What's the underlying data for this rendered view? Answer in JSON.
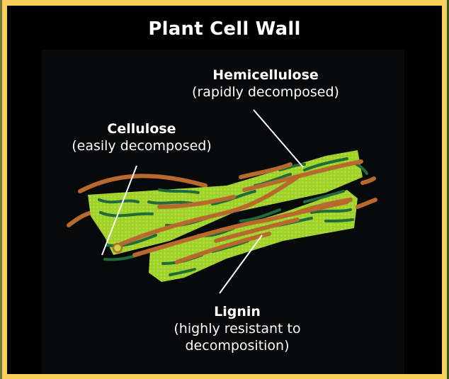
{
  "title": "Plant Cell Wall",
  "labels": {
    "hemicellulose": {
      "name": "Hemicellulose",
      "description": "(rapidly decomposed)"
    },
    "cellulose": {
      "name": "Cellulose",
      "description": "(easily decomposed)"
    },
    "lignin": {
      "name": "Lignin",
      "description_line1": "(highly resistant to",
      "description_line2": "decomposition)"
    }
  },
  "colors": {
    "frame": "#f9cf5a",
    "background": "#000000",
    "fiber_green": "#9ed12a",
    "hemicellulose_strand": "#1f6b3a",
    "lignin_strand": "#b8692e",
    "text": "#ffffff"
  }
}
